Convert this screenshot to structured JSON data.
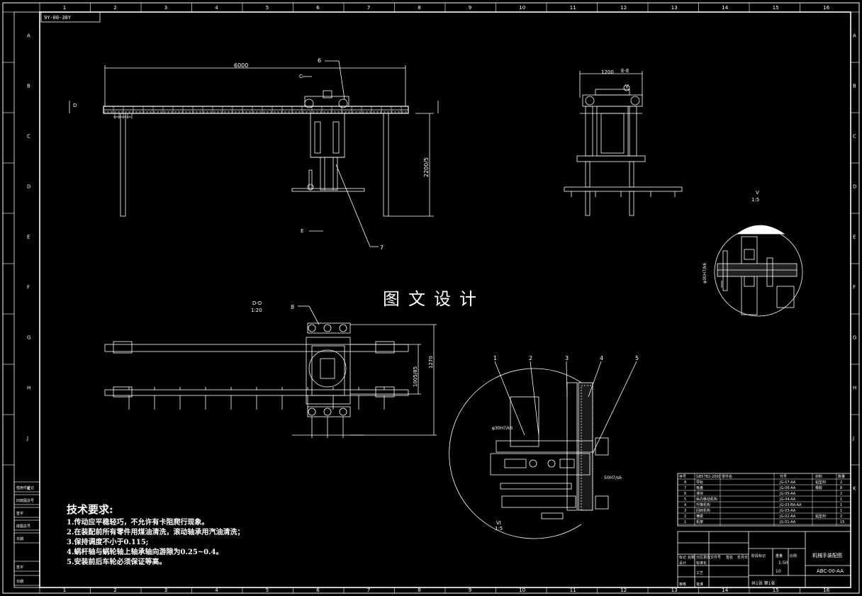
{
  "drawing": {
    "code_box": "9Y-00-38Y",
    "grid_cols": [
      "1",
      "2",
      "3",
      "4",
      "5",
      "6",
      "7",
      "8",
      "9",
      "10",
      "11",
      "12",
      "13",
      "14",
      "15",
      "16"
    ],
    "grid_rows": [
      "A",
      "B",
      "C",
      "D",
      "E",
      "F",
      "G",
      "H",
      "J",
      "K"
    ],
    "watermark": "图文设计"
  },
  "views": {
    "front": {
      "dim_length": "6000",
      "dim_height": "2200/5",
      "balloon_6": "6",
      "balloon_7": "7",
      "section_c": "C",
      "section_d": "D",
      "section_e": "E"
    },
    "side": {
      "label": "E-E",
      "dim_width": "1200",
      "balloon_v": "V"
    },
    "detail_v": {
      "label": "V",
      "scale": "1:5",
      "dim": "φ30H7/k6"
    },
    "plan": {
      "label": "D-D",
      "scale": "1:20",
      "balloon_8": "8",
      "dim_inner": "1005/85",
      "dim_outer": "1270"
    },
    "detail_vi": {
      "label": "VI",
      "scale": "1:5",
      "balloons": [
        "1",
        "2",
        "3",
        "4",
        "5"
      ],
      "dim_a": "φ30H7/k6",
      "dim_b": "50H7/s6"
    }
  },
  "tech_notes": {
    "title": "技术要求:",
    "items": [
      "1.传动应平稳轻巧，不允许有卡阻爬行现象。",
      "2.在装配前所有零件用煤油清洗，滚动轴承用汽油清洗；",
      "3.保持调度不小于0.115;",
      "4.蜗杆轴与蜗轮轴上轴承轴向游隙为0.25~0.4。",
      "5.安装前后车轮必须保证等高。"
    ]
  },
  "left_stamps": [
    "借用件登记",
    "旧底图总号",
    "签字",
    "底图总号",
    "日期",
    "签字",
    "日期"
  ],
  "bom": {
    "header": [
      "序号",
      "GB5782-2000",
      "零件名",
      "代号",
      "材料",
      "数量"
    ],
    "rows": [
      [
        "8",
        "导轨",
        "JG-07-AA",
        "铝型材",
        "2"
      ],
      [
        "7",
        "吸盘",
        "JG-06-AA",
        "橡胶",
        "8"
      ],
      [
        "6",
        "滑块",
        "JG-05-AA",
        "",
        "2"
      ],
      [
        "5",
        "纵向移动机构",
        "JG-04-AA",
        "",
        "1"
      ],
      [
        "4",
        "升降机构",
        "JG-03-BA-AA",
        "",
        "1"
      ],
      [
        "3",
        "回转机构",
        "JG-03-AA",
        "",
        "1"
      ],
      [
        "2",
        "横梁",
        "JG-02-AA",
        "铝型材",
        "2"
      ],
      [
        "1",
        "机架",
        "JG-01-AA",
        "",
        "15"
      ]
    ]
  },
  "title_block": {
    "name": "机械手装配图",
    "drawing_no": "ABC-00-AA",
    "scale": "1:50",
    "weight": "10",
    "sheet": "共1张 第1张",
    "labels": [
      "标记",
      "处数",
      "分区",
      "更改文件号",
      "签名",
      "年月日",
      "设计",
      "标准化",
      "审核",
      "工艺",
      "批准",
      "阶段标记",
      "重量",
      "比例"
    ]
  }
}
